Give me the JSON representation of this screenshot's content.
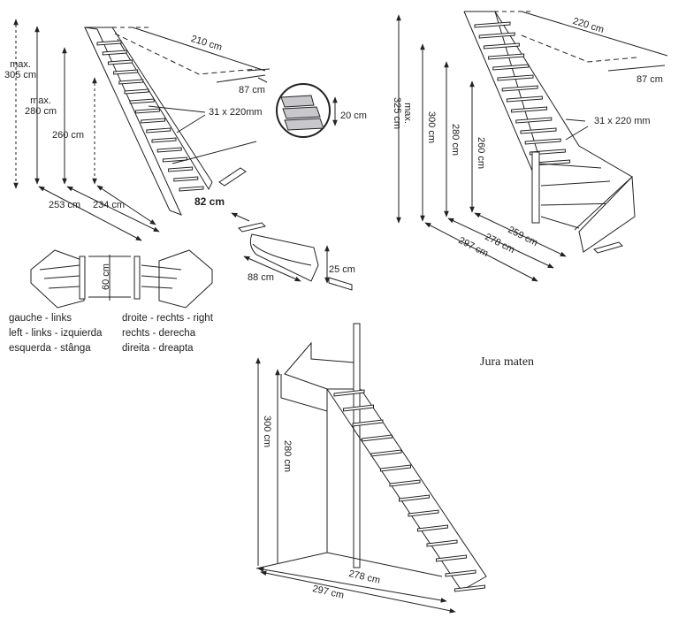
{
  "diagram_a": {
    "title": "straight staircase",
    "heights": [
      "max. 305 cm",
      "max. 280 cm",
      "260 cm"
    ],
    "height_label_lines": {
      "h305": [
        "max.",
        "305 cm"
      ],
      "h280": [
        "max.",
        "280 cm"
      ],
      "h260": "260 cm"
    },
    "runs": [
      "253 cm",
      "234 cm"
    ],
    "opening_length": "210 cm",
    "opening_width": "87 cm",
    "tread": "31 x 220mm",
    "riser": "20 cm",
    "width": "82 cm"
  },
  "step_detail": {
    "depth": "88 cm",
    "height": "25 cm"
  },
  "turn_options": {
    "gap": "60 cm",
    "left_labels": [
      "gauche - links",
      "left - links - izquierda",
      "esquerda - stânga"
    ],
    "right_labels": [
      "droite - rechts - right",
      "rechts - derecha",
      "direita - dreapta"
    ]
  },
  "diagram_b": {
    "heights": {
      "max": "max.",
      "h325": "325 cm",
      "h300": "300 cm",
      "h280": "280 cm",
      "h260": "260 cm"
    },
    "runs": [
      "259 cm",
      "278 cm",
      "297 cm"
    ],
    "opening_length": "220 cm",
    "opening_width": "87 cm",
    "tread": "31 x 220 mm"
  },
  "diagram_c": {
    "caption": "Jura maten",
    "heights": [
      "300 cm",
      "280 cm"
    ],
    "runs": [
      "278 cm",
      "297 cm"
    ]
  },
  "colors": {
    "line": "#222222",
    "tread_fill": "#c8c8cc"
  }
}
